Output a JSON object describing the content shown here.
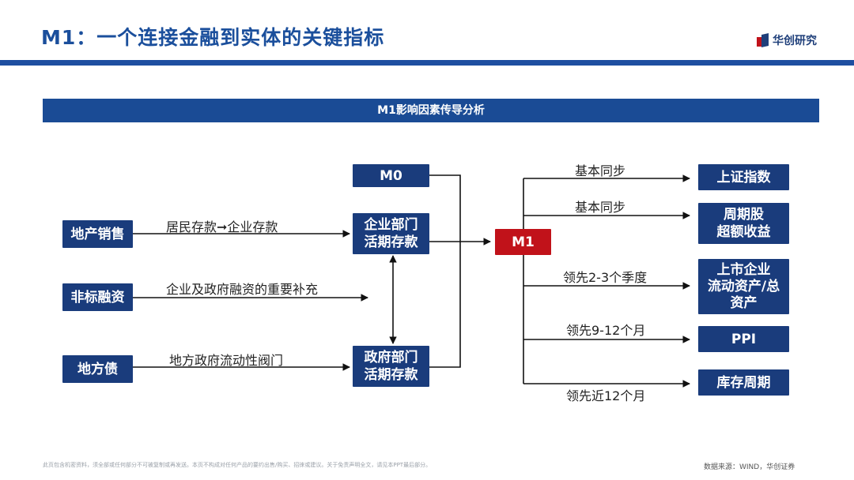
{
  "header": {
    "title": "M1：一个连接金融到实体的关键指标",
    "logo_text": "华创研究"
  },
  "banner": {
    "text": "M1影响因素传导分析"
  },
  "diagram": {
    "sources": {
      "property_sales": "地产销售",
      "nonstandard_financing": "非标融资",
      "local_debt": "地方债"
    },
    "middle": {
      "m0": "M0",
      "enterprise_deposits": "企业部门\n活期存款",
      "government_deposits": "政府部门\n活期存款",
      "m1": "M1"
    },
    "edge_labels": {
      "resident_to_enterprise": "居民存款➞企业存款",
      "financing_supplement": "企业及政府融资的重要补充",
      "local_gov_valve": "地方政府流动性阀门"
    },
    "targets": {
      "sse_index": "上证指数",
      "cyclical_stocks": "周期股\n超额收益",
      "current_asset_ratio": "上市企业\n流动资产/总\n资产",
      "ppi": "PPI",
      "inventory_cycle": "库存周期"
    },
    "relations": {
      "sync1": "基本同步",
      "sync2": "基本同步",
      "lead_2_3q": "领先2-3个季度",
      "lead_9_12m": "领先9-12个月",
      "lead_12m": "领先近12个月"
    }
  },
  "footer": {
    "disclaimer": "此页包含机密资料，须全部或任何部分不可被复制或再发送。本页不构成对任何产品的要约出售/购买、招徕或建议。关于免责声明全文，请见本PPT最后部分。",
    "source": "数据来源：WIND，华创证券"
  },
  "colors": {
    "primary": "#1a3c7c",
    "accent_red": "#c1121a",
    "title_blue": "#1b4f9c"
  }
}
